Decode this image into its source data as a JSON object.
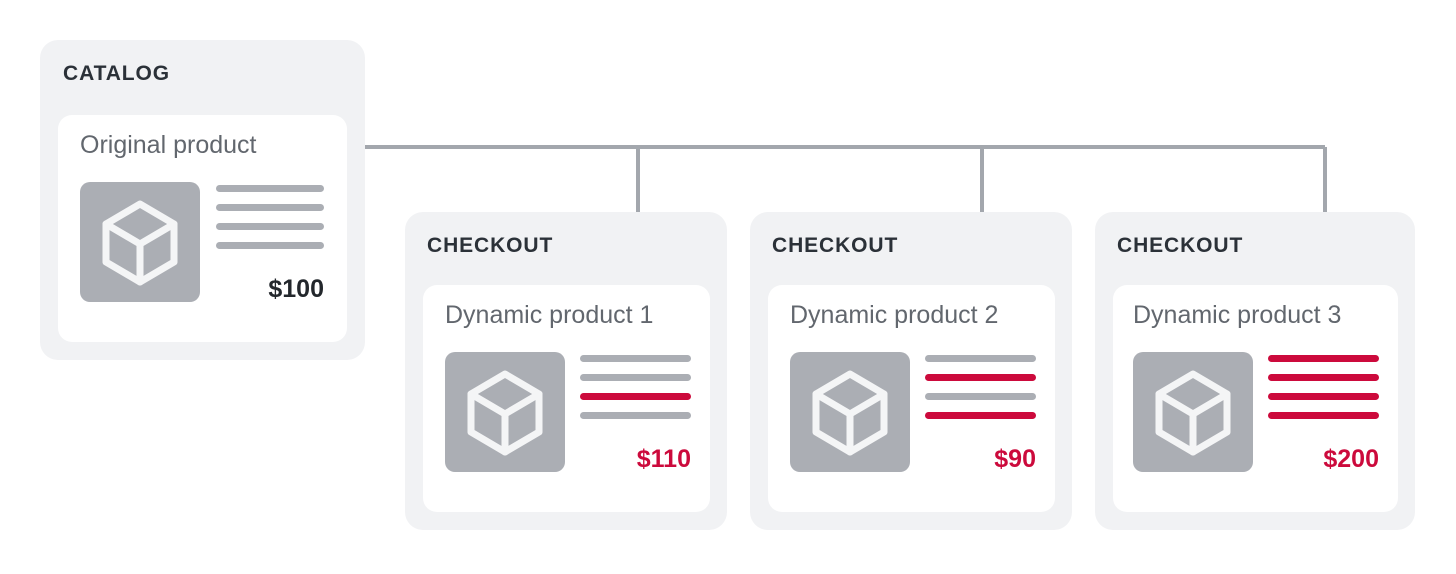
{
  "diagram": {
    "colors": {
      "panel_bg": "#f1f2f4",
      "card_bg": "#ffffff",
      "grey": "#abaeb4",
      "red": "#cc0a3c",
      "title_dark": "#2b3138",
      "label_grey": "#62676e",
      "connector": "#a3a7ad"
    },
    "catalog": {
      "panel_label": "CATALOG",
      "product": {
        "name": "Original product",
        "price": "$100",
        "price_style": "dark",
        "thumbnail_icon": "cube-icon",
        "lines": [
          "grey",
          "grey",
          "grey",
          "grey"
        ]
      }
    },
    "checkouts": [
      {
        "panel_label": "CHECKOUT",
        "product": {
          "name": "Dynamic product 1",
          "price": "$110",
          "price_style": "red",
          "thumbnail_icon": "cube-icon",
          "lines": [
            "grey",
            "grey",
            "red",
            "grey"
          ]
        }
      },
      {
        "panel_label": "CHECKOUT",
        "product": {
          "name": "Dynamic product 2",
          "price": "$90",
          "price_style": "red",
          "thumbnail_icon": "cube-icon",
          "lines": [
            "grey",
            "red",
            "grey",
            "red"
          ]
        }
      },
      {
        "panel_label": "CHECKOUT",
        "product": {
          "name": "Dynamic product  3",
          "price": "$200",
          "price_style": "red",
          "thumbnail_icon": "cube-icon",
          "lines": [
            "red",
            "red",
            "red",
            "red"
          ]
        }
      }
    ],
    "connectors": {
      "source_node_icon": "connector-dot",
      "arrow_icon": "arrow-down-icon",
      "arrow_count": 3
    }
  }
}
